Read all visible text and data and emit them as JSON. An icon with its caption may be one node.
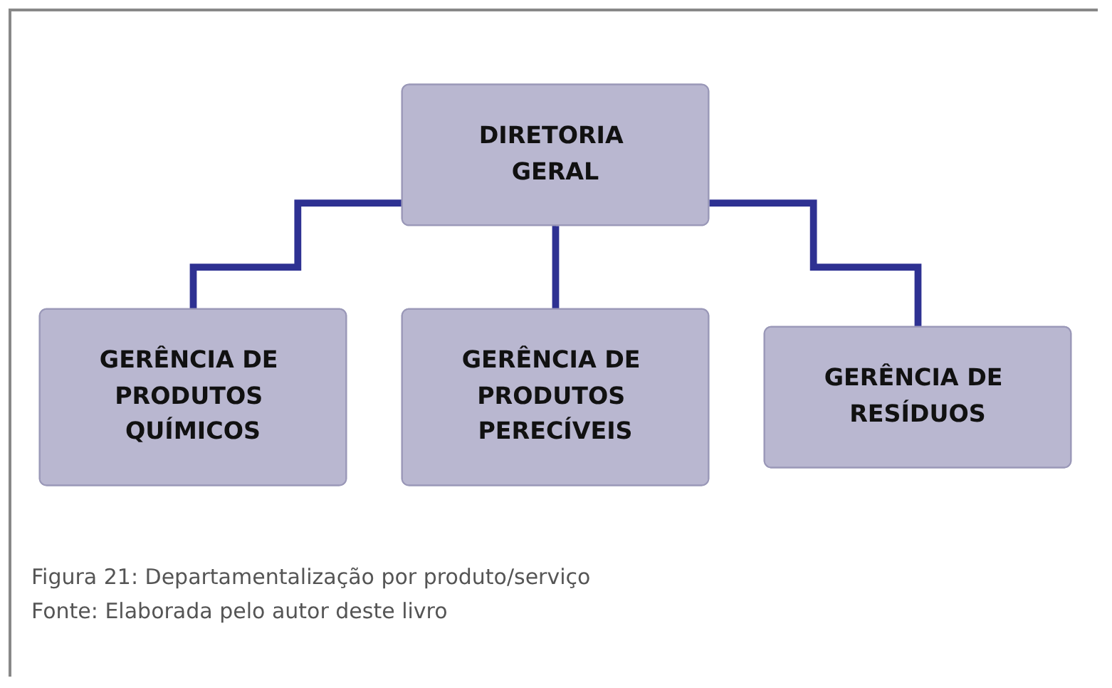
{
  "diagram": {
    "caption": "Figura 21: Departamentalização por produto/serviço",
    "nodes": [
      {
        "text": [
          "DIRETORIA GERAL"
        ]
      },
      {
        "text": [
          "GERÊNCIA DE PRODUTOS QUÍMICOS"
        ]
      },
      {
        "text": [
          "GERÊNCIA DE PRODUTOS PERECÍVEIS"
        ]
      },
      {
        "text": [
          "GERÊNCIA DE RESÍDUOS"
        ]
      }
    ],
    "edges": [
      {
        "from": 0,
        "to": 1,
        "arrow": "none"
      },
      {
        "from": 0,
        "to": 2,
        "arrow": "none"
      },
      {
        "from": 0,
        "to": 3,
        "arrow": "none"
      }
    ],
    "labels": [
      "Fonte: Elaborada pelo autor deste livro"
    ]
  }
}
